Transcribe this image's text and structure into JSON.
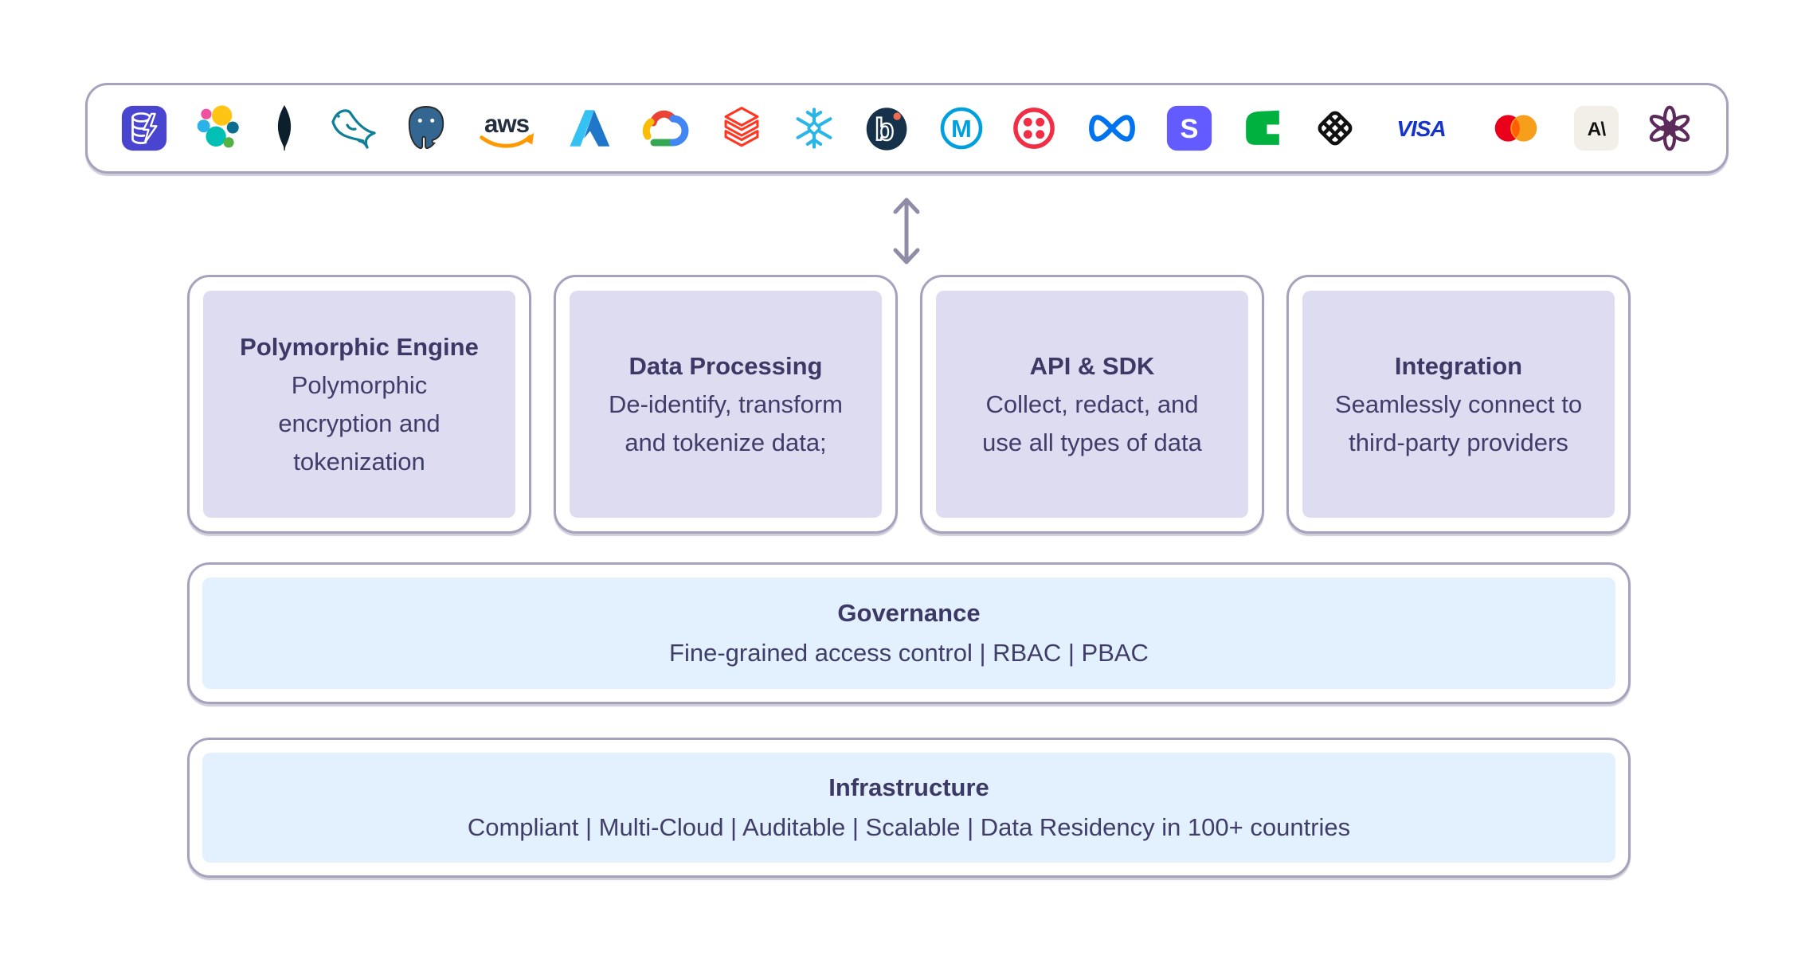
{
  "colors": {
    "border": "#a6a2bd",
    "panel_lavender": "#dedcf1",
    "panel_blue": "#e2f1fd",
    "text_dark": "#3c3966",
    "arrow": "#8f8ca8"
  },
  "logo_bar": {
    "logos": [
      {
        "name": "dynamodb"
      },
      {
        "name": "elastic"
      },
      {
        "name": "mongodb"
      },
      {
        "name": "mysql"
      },
      {
        "name": "postgresql"
      },
      {
        "name": "aws",
        "text": "aws"
      },
      {
        "name": "azure"
      },
      {
        "name": "google-cloud"
      },
      {
        "name": "databricks"
      },
      {
        "name": "snowflake"
      },
      {
        "name": "boomi",
        "text": "b"
      },
      {
        "name": "mulesoft",
        "text": "M"
      },
      {
        "name": "twilio"
      },
      {
        "name": "meta"
      },
      {
        "name": "stripe",
        "text": "S"
      },
      {
        "name": "adyen"
      },
      {
        "name": "plaid"
      },
      {
        "name": "visa",
        "text": "VISA"
      },
      {
        "name": "mastercard"
      },
      {
        "name": "anthropic",
        "text": "A\\"
      },
      {
        "name": "openai"
      }
    ]
  },
  "arrow": {
    "type": "bidirectional-vertical"
  },
  "feature_boxes": [
    {
      "title": "Polymorphic Engine",
      "description": "Polymorphic encryption and tokenization"
    },
    {
      "title": "Data Processing",
      "description": "De-identify, transform and tokenize data;"
    },
    {
      "title": "API & SDK",
      "description": "Collect, redact, and use all types of data"
    },
    {
      "title": "Integration",
      "description": "Seamlessly connect to third-party providers"
    }
  ],
  "layers": {
    "governance": {
      "title": "Governance",
      "description": "Fine-grained access control | RBAC | PBAC"
    },
    "infrastructure": {
      "title": "Infrastructure",
      "description": "Compliant | Multi-Cloud | Auditable | Scalable  | Data Residency in 100+ countries"
    }
  }
}
